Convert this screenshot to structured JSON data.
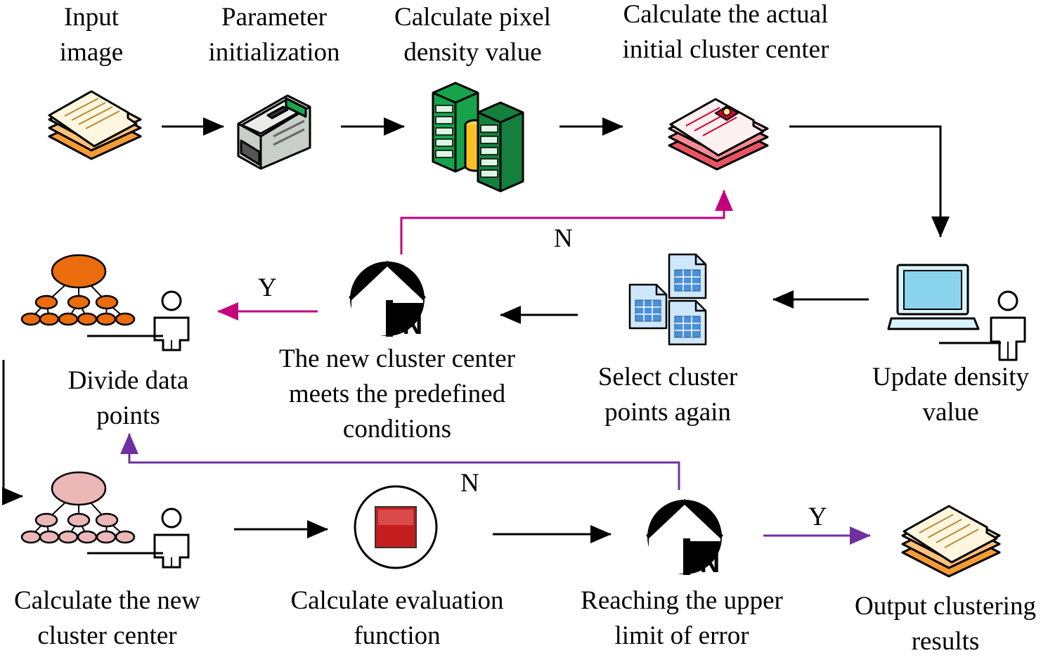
{
  "nodes": {
    "input_image": "Input\nimage",
    "param_init": "Parameter\ninitialization",
    "calc_density": "Calculate pixel\ndensity value",
    "calc_actual_center": "Calculate the actual\ninitial cluster center",
    "update_density": "Update density\nvalue",
    "select_points": "Select cluster\npoints again",
    "new_center_meets": "The new cluster center\nmeets the predefined\nconditions",
    "divide_points": "Divide data\npoints",
    "calc_new_center": "Calculate the new\ncluster center",
    "calc_eval": "Calculate evaluation\nfunction",
    "reach_limit": "Reaching the upper\nlimit of error",
    "output_results": "Output clustering\nresults"
  },
  "edges": {
    "n_top": "N",
    "y_top": "Y",
    "n_bottom": "N",
    "y_bottom": "Y"
  },
  "colors": {
    "magenta": "#c4007f",
    "purple": "#7030a0",
    "black": "#000000"
  },
  "icons": {
    "input_image": "document-stack-icon",
    "param_init": "printer-icon",
    "calc_density": "server-database-icon",
    "calc_actual_center": "red-document-stack-icon",
    "update_density": "user-laptop-icon",
    "select_points": "spreadsheet-files-icon",
    "new_center_meets": "decision-icon",
    "divide_points": "orange-hierarchy-user-icon",
    "calc_new_center": "pink-hierarchy-user-icon",
    "calc_eval": "stop-button-icon",
    "reach_limit": "decision-icon",
    "output_results": "document-stack-icon"
  }
}
